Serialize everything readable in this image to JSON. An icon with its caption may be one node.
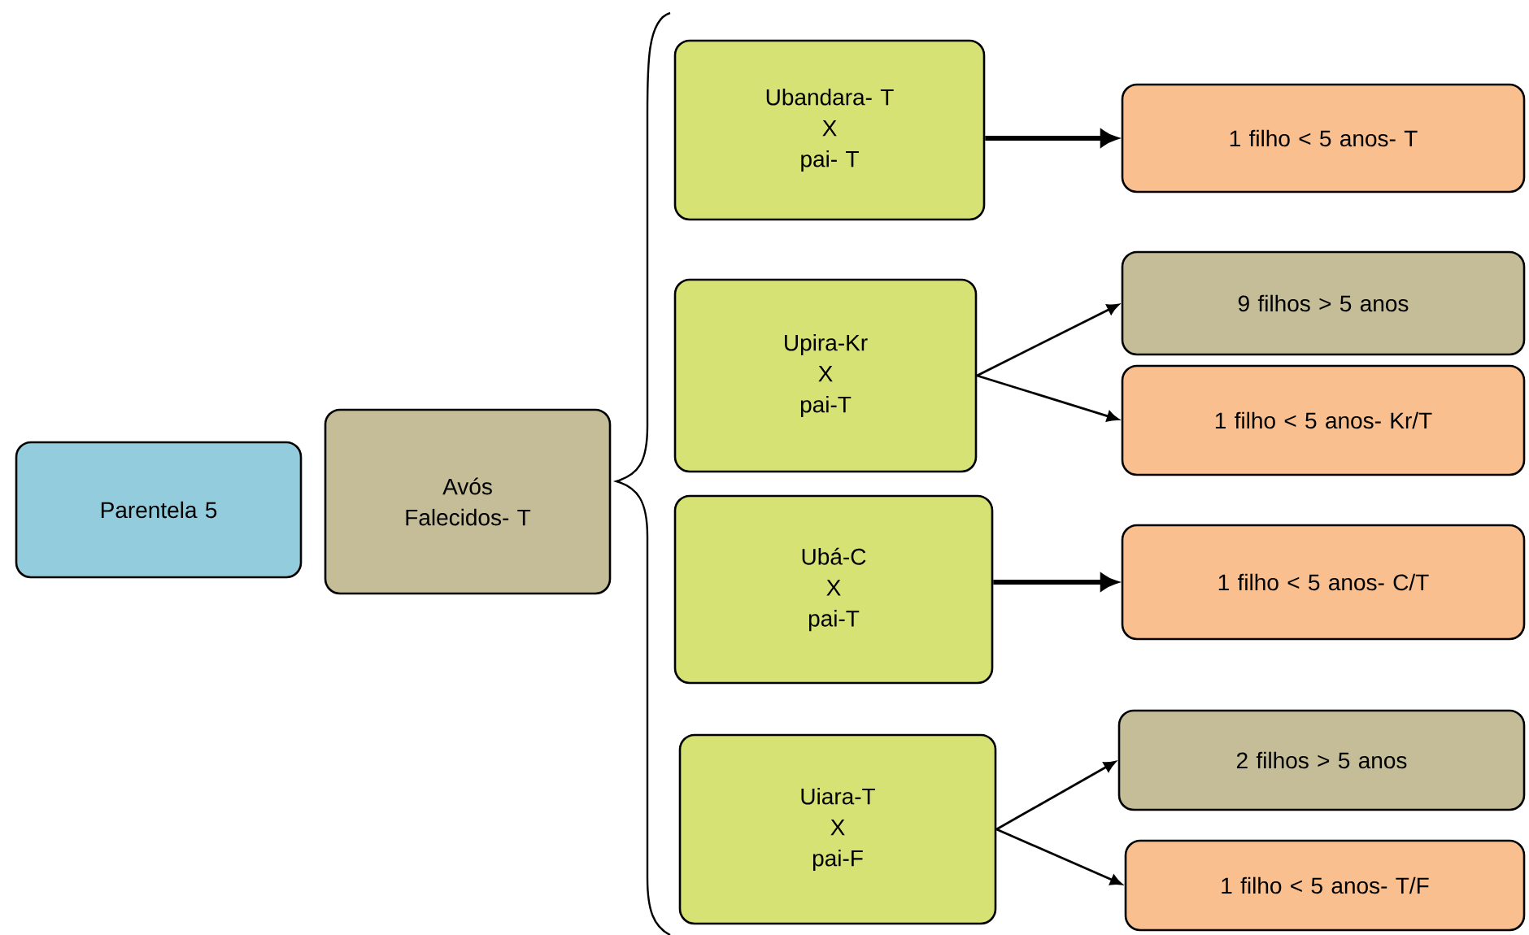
{
  "diagram": {
    "nodes": [
      {
        "text": [
          "Parentela 5"
        ]
      },
      {
        "text": [
          "Avós Falecidos- T"
        ]
      },
      {
        "text": [
          "Ubandara- T",
          "X",
          "pai- T"
        ]
      },
      {
        "text": [
          "1 filho < 5 anos- T"
        ]
      },
      {
        "text": [
          "Upira-Kr",
          "X",
          "pai-T"
        ]
      },
      {
        "text": [
          "9 filhos > 5 anos"
        ]
      },
      {
        "text": [
          "1 filho < 5 anos- Kr/T"
        ]
      },
      {
        "text": [
          "Ubá-C",
          "X",
          "pai-T"
        ]
      },
      {
        "text": [
          "1 filho < 5 anos- C/T"
        ]
      },
      {
        "text": [
          "Uiara-T",
          "X",
          "pai-F"
        ]
      },
      {
        "text": [
          "2 filhos > 5 anos"
        ]
      },
      {
        "text": [
          "1 filho < 5 anos- T/F"
        ]
      }
    ],
    "edges": [
      {
        "from": 2,
        "to": 3,
        "arrow": "to",
        "style": "thick"
      },
      {
        "from": 4,
        "to": 5,
        "arrow": "to"
      },
      {
        "from": 4,
        "to": 6,
        "arrow": "to"
      },
      {
        "from": 7,
        "to": 8,
        "arrow": "to",
        "style": "thick"
      },
      {
        "from": 9,
        "to": 10,
        "arrow": "to"
      },
      {
        "from": 9,
        "to": 11,
        "arrow": "to"
      }
    ]
  }
}
